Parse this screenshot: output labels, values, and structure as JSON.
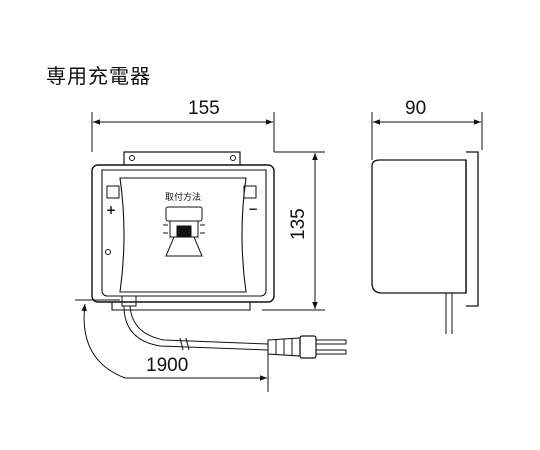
{
  "title": "専用充電器",
  "dimensions": {
    "width": "155",
    "depth": "90",
    "height": "135",
    "cord": "1900"
  },
  "labels": {
    "mount_method": "取付方法",
    "plus": "+",
    "minus": "−"
  }
}
